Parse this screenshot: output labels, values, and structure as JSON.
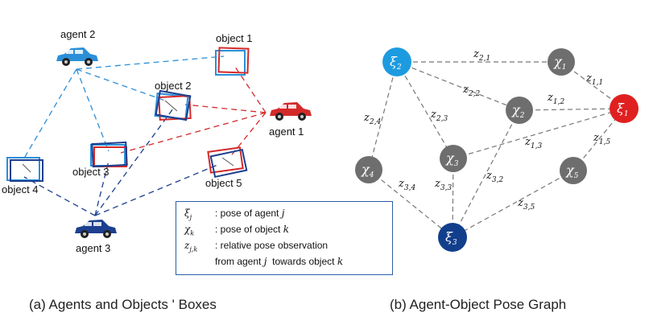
{
  "panel_a": {
    "caption": "(a) Agents and Objects ' Boxes",
    "agents": {
      "agent1": "agent 1",
      "agent2": "agent 2",
      "agent3": "agent 3"
    },
    "objects": {
      "object1": "object 1",
      "object2": "object 2",
      "object3": "object 3",
      "object4": "object 4",
      "object5": "object 5"
    },
    "colors": {
      "agent1": "#d42a2a",
      "agent2": "#2b8fd8",
      "agent3": "#1c3f8f"
    }
  },
  "legend": {
    "rows": [
      {
        "symbol": "ξ",
        "sub": "j",
        "text": ": pose of agent ",
        "em": "j"
      },
      {
        "symbol": "χ",
        "sub": "k",
        "text": ": pose of object ",
        "em": "k"
      },
      {
        "symbol": "z",
        "sub": "j,k",
        "text": ": relative pose observation",
        "em": ""
      },
      {
        "symbol": "",
        "sub": "",
        "text": "from agent ",
        "em": "j",
        "text2": "  towards object ",
        "em2": "k"
      }
    ]
  },
  "panel_b": {
    "caption": "(b) Agent-Object Pose Graph",
    "nodes": {
      "xi2": {
        "glyph": "ξ",
        "sub": "2",
        "color": "#1d9be0"
      },
      "xi1": {
        "glyph": "ξ",
        "sub": "1",
        "color": "#e02020"
      },
      "xi3": {
        "glyph": "ξ",
        "sub": "3",
        "color": "#123f8c"
      },
      "chi1": {
        "glyph": "χ",
        "sub": "1",
        "color": "#6e6e6e"
      },
      "chi2": {
        "glyph": "χ",
        "sub": "2",
        "color": "#6e6e6e"
      },
      "chi3": {
        "glyph": "χ",
        "sub": "3",
        "color": "#6e6e6e"
      },
      "chi4": {
        "glyph": "χ",
        "sub": "4",
        "color": "#6e6e6e"
      },
      "chi5": {
        "glyph": "χ",
        "sub": "5",
        "color": "#6e6e6e"
      }
    },
    "edges": {
      "z21": "2,1",
      "z22": "2,2",
      "z23": "2,3",
      "z24": "2,4",
      "z11": "1,1",
      "z12": "1,2",
      "z13": "1,3",
      "z15": "1,5",
      "z34": "3,4",
      "z33": "3,3",
      "z32": "3,2",
      "z35": "3,5"
    }
  }
}
